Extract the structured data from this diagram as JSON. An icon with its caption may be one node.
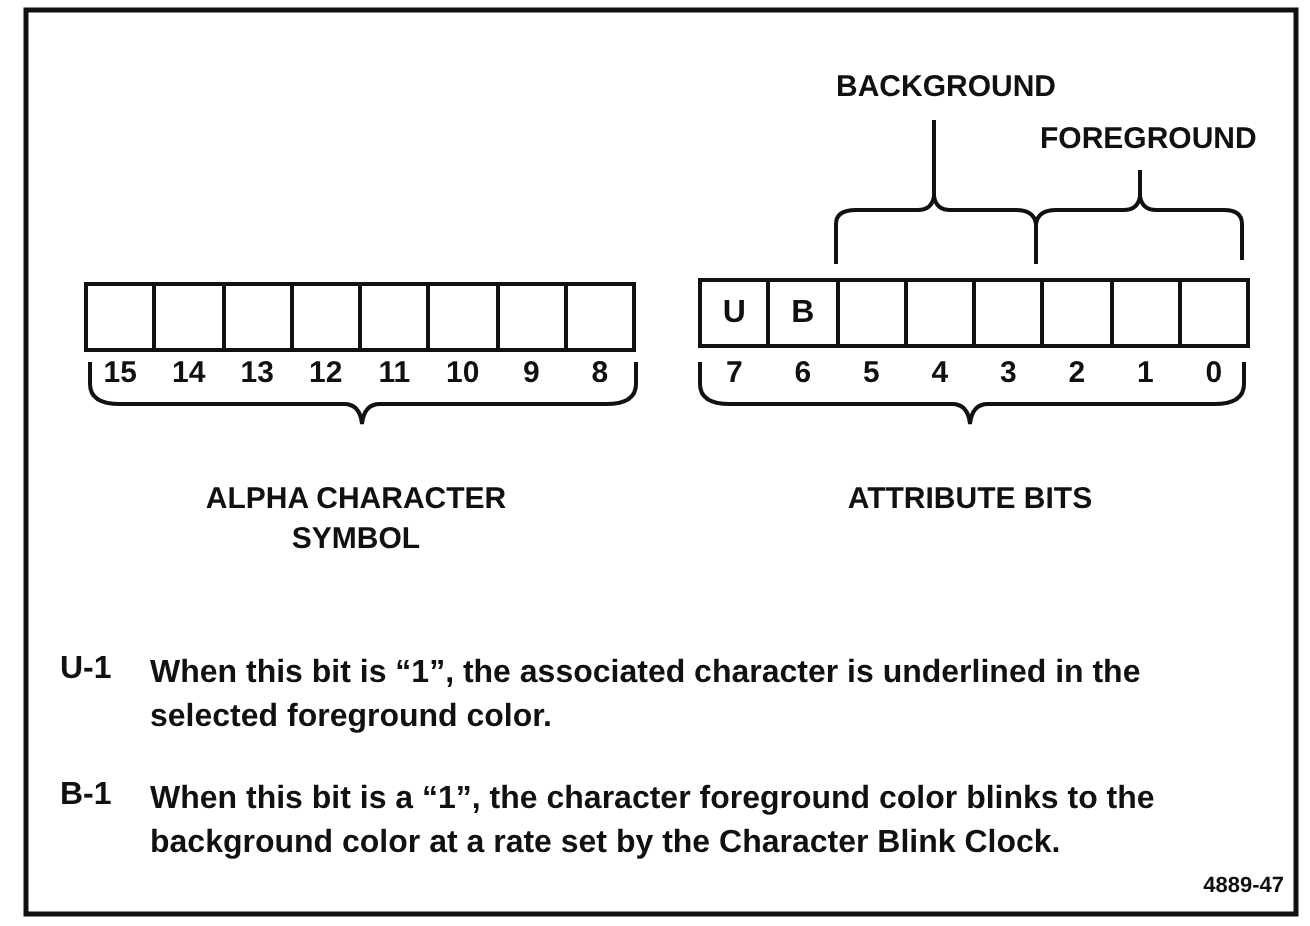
{
  "diagram": {
    "nodes": [
      {
        "text": [],
        "shape": "box"
      },
      {
        "text": [],
        "shape": "box"
      },
      {
        "text": [],
        "shape": "box"
      },
      {
        "text": [],
        "shape": "box"
      },
      {
        "text": [],
        "shape": "box"
      },
      {
        "text": [],
        "shape": "box"
      },
      {
        "text": [],
        "shape": "box"
      },
      {
        "text": [],
        "shape": "box"
      },
      {
        "text": [
          "U"
        ]
      },
      {
        "text": [
          "B"
        ]
      },
      {
        "text": [],
        "shape": "box"
      },
      {
        "text": [],
        "shape": "box"
      },
      {
        "text": [],
        "shape": "box"
      },
      {
        "text": [],
        "shape": "box"
      },
      {
        "text": [],
        "shape": "box"
      },
      {
        "text": [],
        "shape": "box"
      }
    ],
    "edges": [],
    "labels": [
      "BACKGROUND",
      "FOREGROUND",
      "15",
      "14",
      "13",
      "12",
      "11",
      "10",
      "9",
      "8",
      "7",
      "6",
      "5",
      "4",
      "3",
      "2",
      "1",
      "0",
      "ALPHA CHARACTER SYMBOL",
      "ATTRIBUTE BITS",
      "U-1",
      "When this bit is “1”, the associated character is underlined in the selected foreground color.",
      "B-1",
      "When this bit is a “1”, the character foreground color blinks to the background color at a rate set by the Character Blink Clock.",
      "4889-47"
    ]
  }
}
